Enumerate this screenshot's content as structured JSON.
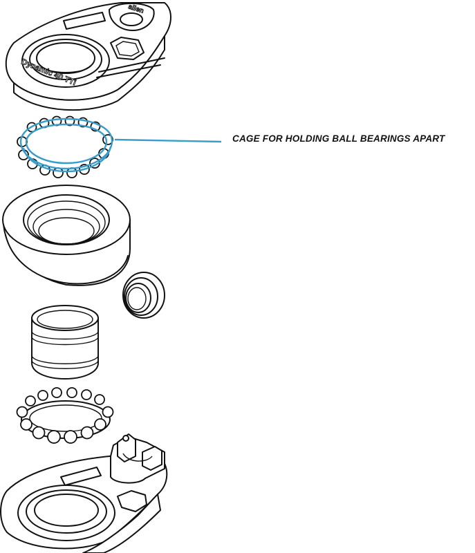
{
  "callout": {
    "label": "CAGE FOR HOLDING BALL BEARINGS APART",
    "color": "#3a9cc9"
  },
  "engravings": {
    "model_text": "Dynamic 40 TTi",
    "brand_text": "allen"
  },
  "parts": [
    "top-plate",
    "bearing-cage",
    "sheave",
    "flanged-bushing",
    "bearing-bushing",
    "ball-bearing-ring",
    "bottom-plate"
  ]
}
